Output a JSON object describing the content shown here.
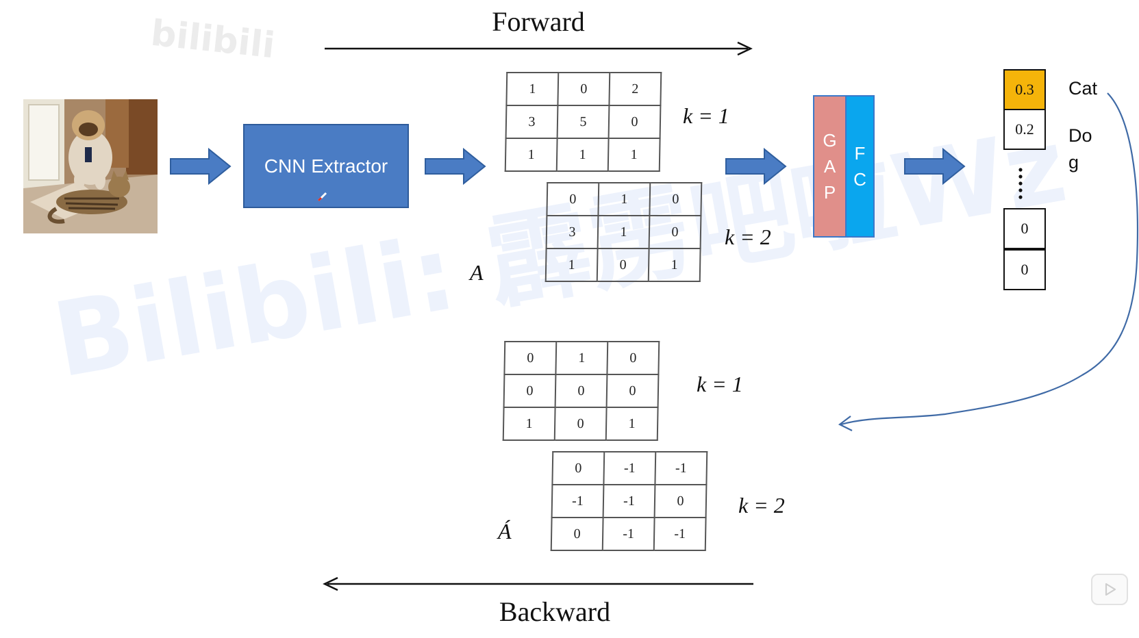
{
  "watermark": "Bilibili: 霹雳吧啦Wz",
  "logo_watermark": "bilibili",
  "forward_label": "Forward",
  "backward_label": "Backward",
  "cnn_label": "CNN Extractor",
  "gap_letters": [
    "G",
    "A",
    "P"
  ],
  "fc_letters": [
    "F",
    "C"
  ],
  "forward_matrices": {
    "name": "A",
    "k1": {
      "label": "k = 1",
      "rows": [
        [
          "1",
          "0",
          "2"
        ],
        [
          "3",
          "5",
          "0"
        ],
        [
          "1",
          "1",
          "1"
        ]
      ]
    },
    "k2": {
      "label": "k = 2",
      "rows": [
        [
          "0",
          "1",
          "0"
        ],
        [
          "3",
          "1",
          "0"
        ],
        [
          "1",
          "0",
          "1"
        ]
      ]
    }
  },
  "backward_matrices": {
    "name": "Á",
    "k1": {
      "label": "k = 1",
      "rows": [
        [
          "0",
          "1",
          "0"
        ],
        [
          "0",
          "0",
          "0"
        ],
        [
          "1",
          "0",
          "1"
        ]
      ]
    },
    "k2": {
      "label": "k = 2",
      "rows": [
        [
          "0",
          "-1",
          "-1"
        ],
        [
          "-1",
          "-1",
          "0"
        ],
        [
          "0",
          "-1",
          "-1"
        ]
      ]
    }
  },
  "output_vector": {
    "top": [
      "0.3",
      "0.2"
    ],
    "bottom": [
      "0",
      "0"
    ],
    "highlight_color": "#f5b40a"
  },
  "class_labels": {
    "cat": "Cat",
    "dog_line1": "Do",
    "dog_line2": "g"
  },
  "colors": {
    "arrow_blue": "#4a7cc4",
    "curve_blue": "#3f6aa6"
  },
  "icons": [
    "pen-icon",
    "play-icon",
    "ellipsis-vertical-icon"
  ]
}
